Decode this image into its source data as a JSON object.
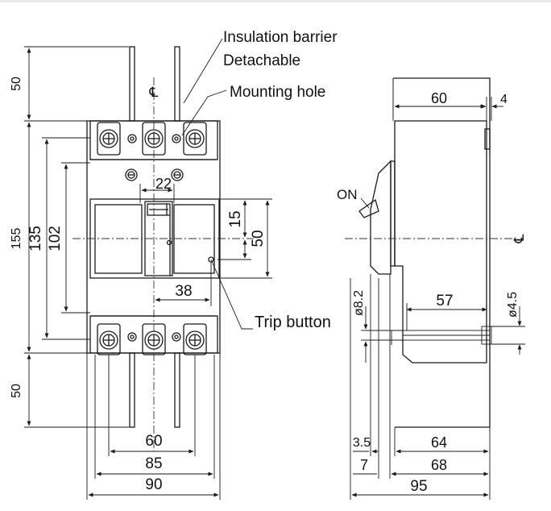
{
  "labels": {
    "insulation_barrier": "Insulation barrier",
    "detachable": "Detachable",
    "mounting_hole": "Mounting hole",
    "trip_button": "Trip button",
    "on": "ON",
    "centerline": "℄"
  },
  "dimensions": {
    "front_height_total": "155",
    "front_height_135": "135",
    "front_height_102": "102",
    "top_barrier": "50",
    "bottom_barrier": "50",
    "handle_width": "22",
    "window_15": "15",
    "window_50": "50",
    "trip_38": "38",
    "pitch_60": "60",
    "width_85": "85",
    "width_90": "90",
    "side_top_60": "60",
    "side_top_4": "4",
    "hole_dia": "ø8.2",
    "stud_dia": "ø4.5",
    "stud_57": "57",
    "side_3_5": "3.5",
    "side_64": "64",
    "side_7": "7",
    "side_68": "68",
    "side_95": "95"
  }
}
